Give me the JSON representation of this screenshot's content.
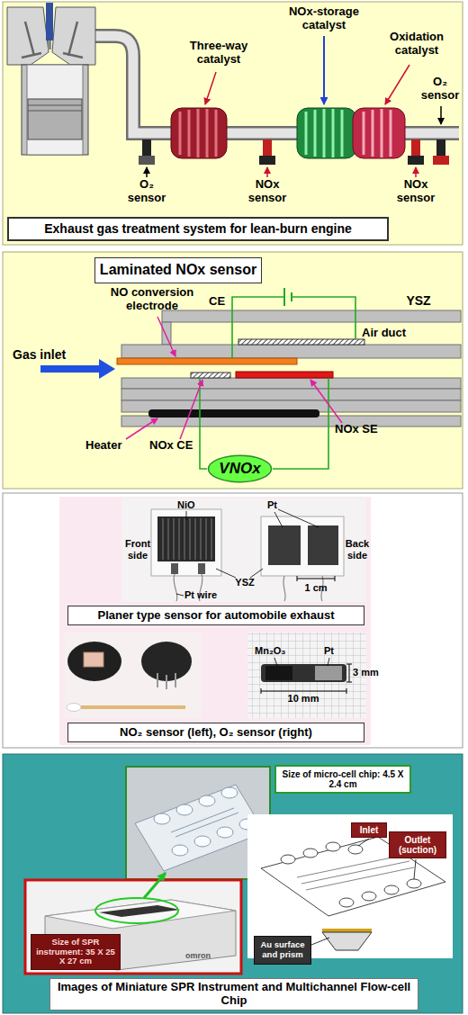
{
  "diagram": {
    "nodes": [
      {
        "text": [
          "Exhaust gas treatment system for lean-burn engine"
        ]
      },
      {
        "text": [
          "Laminated NOx sensor"
        ]
      },
      {
        "text": [
          "VNOx"
        ]
      },
      {
        "text": [
          "Planer type sensor for automobile exhaust"
        ]
      },
      {
        "text": [
          "NO₂ sensor (left), O₂ sensor (right)"
        ]
      },
      {
        "text": [
          "Size of micro-cell chip: 4.5 X 2.4 cm"
        ]
      },
      {
        "text": [
          "Inlet"
        ]
      },
      {
        "text": [
          "Outlet (suction)"
        ]
      },
      {
        "text": [
          "Size of SPR instrument: 35 X 25 X 27 cm"
        ]
      },
      {
        "text": [
          "Au surface and prism"
        ]
      },
      {
        "text": [
          "Images of Miniature SPR Instrument and Multichannel Flow-cell Chip"
        ]
      }
    ],
    "labels": [
      "Three-way catalyst",
      "NOx-storage catalyst",
      "Oxidation catalyst",
      "O₂ sensor",
      "O₂ sensor",
      "NOx sensor",
      "NOx sensor",
      "NO conversion electrode",
      "CE",
      "YSZ",
      "Air duct",
      "Gas inlet",
      "Heater",
      "NOx CE",
      "NOx SE",
      "NiO",
      "Pt",
      "Front side",
      "Back side",
      "YSZ",
      "Pt wire",
      "1 cm",
      "Mn₂O₃",
      "Pt",
      "3 mm",
      "10 mm",
      "omron"
    ]
  }
}
